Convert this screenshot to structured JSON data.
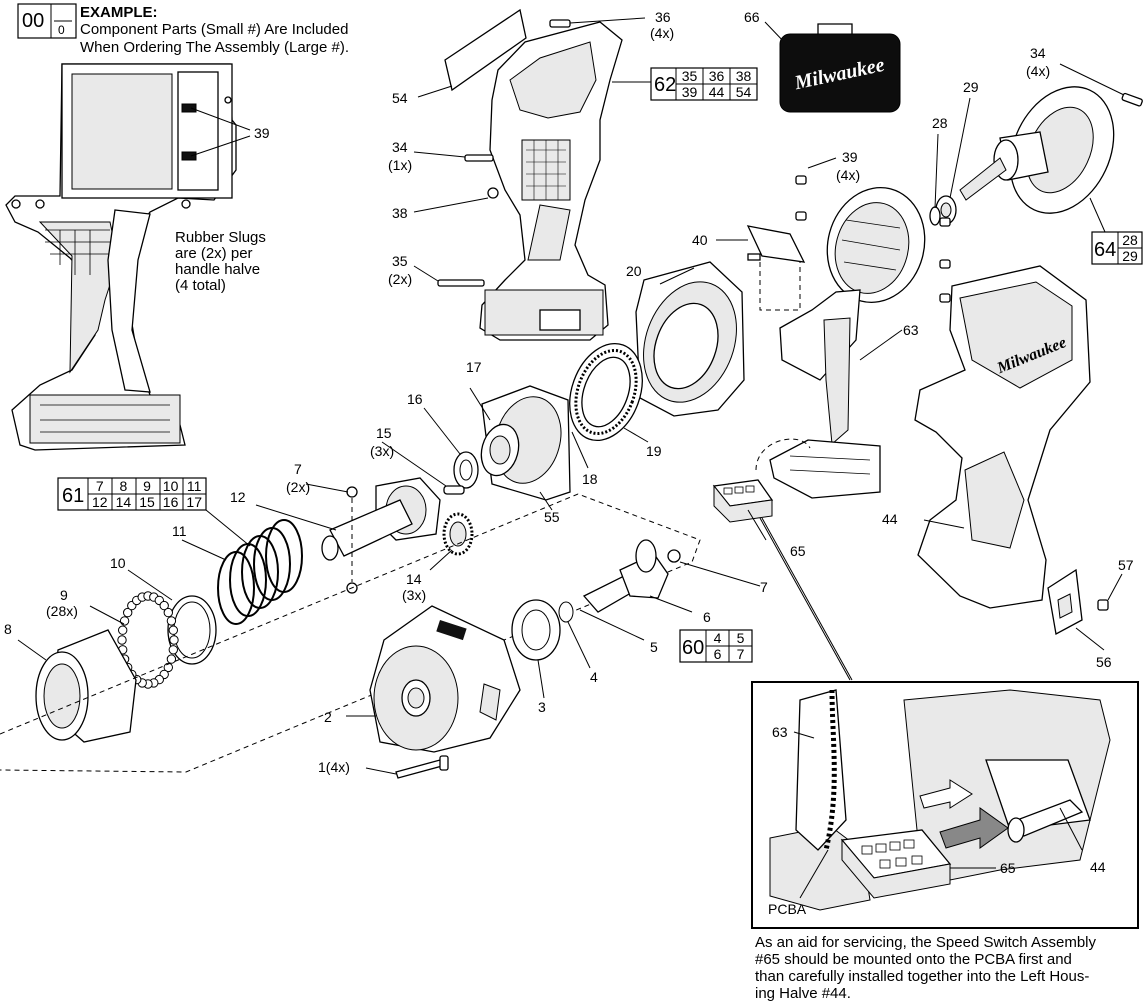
{
  "example": {
    "big": "00",
    "small": "0",
    "title": "EXAMPLE:",
    "line1": "Component Parts (Small #) Are Included",
    "line2": "When Ordering The Assembly (Large #)."
  },
  "rubber_slugs": {
    "line1": "Rubber Slugs",
    "line2": "are (2x) per",
    "line3": "handle halve",
    "line4": "(4 total)"
  },
  "brand": "Milwaukee",
  "assemblies": {
    "a61": {
      "big": "61",
      "small": [
        "7",
        "8",
        "9",
        "10",
        "11",
        "12",
        "14",
        "15",
        "16",
        "17"
      ]
    },
    "a62": {
      "big": "62",
      "small": [
        "35",
        "36",
        "38",
        "39",
        "44",
        "54"
      ]
    },
    "a64": {
      "big": "64",
      "small": [
        "28",
        "29"
      ]
    },
    "a60": {
      "big": "60",
      "small": [
        "4",
        "5",
        "6",
        "7"
      ]
    }
  },
  "callouts": {
    "p1": "1(4x)",
    "p2": "2",
    "p3": "3",
    "p4": "4",
    "p5": "5",
    "p6": "6",
    "p7a": "7",
    "p7a_q": "(2x)",
    "p7b": "7",
    "p8": "8",
    "p9": "9",
    "p9_q": "(28x)",
    "p10": "10",
    "p11": "11",
    "p12": "12",
    "p14": "14",
    "p14_q": "(3x)",
    "p15": "15",
    "p15_q": "(3x)",
    "p16": "16",
    "p17": "17",
    "p18": "18",
    "p19": "19",
    "p20": "20",
    "p28": "28",
    "p29": "29",
    "p34a": "34",
    "p34a_q": "(1x)",
    "p34b": "34",
    "p34b_q": "(4x)",
    "p35": "35",
    "p35_q": "(2x)",
    "p36": "36",
    "p36_q": "(4x)",
    "p38": "38",
    "p39a": "39",
    "p39b": "39",
    "p39b_q": "(4x)",
    "p40": "40",
    "p44a": "44",
    "p44b": "44",
    "p54": "54",
    "p55": "55",
    "p56": "56",
    "p57": "57",
    "p63a": "63",
    "p63b": "63",
    "p65a": "65",
    "p65b": "65",
    "p66": "66",
    "pcba": "PCBA"
  },
  "note": {
    "line1": "As an aid for servicing, the Speed Switch Assembly",
    "line2": "#65 should be mounted onto the PCBA first and",
    "line3": "than carefully installed together into the Left Hous-",
    "line4": "ing Halve #44."
  }
}
